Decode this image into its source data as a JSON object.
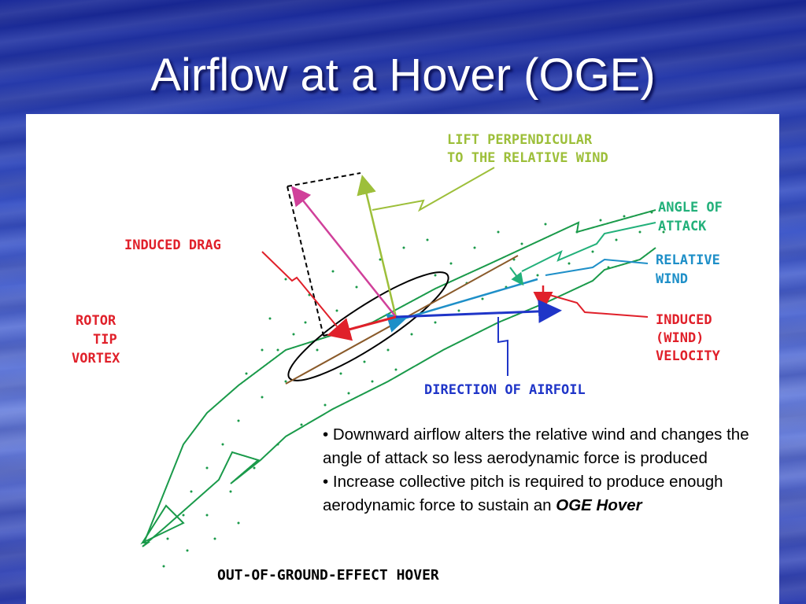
{
  "slide": {
    "title": "Airflow at a Hover (OGE)"
  },
  "diagram": {
    "labels": {
      "lift_line1": "LIFT PERPENDICULAR",
      "lift_line2": "TO THE RELATIVE WIND",
      "aoa_line1": "ANGLE OF",
      "aoa_line2": "ATTACK",
      "rel_line1": "RELATIVE",
      "rel_line2": "WIND",
      "induced_drag": "INDUCED DRAG",
      "ind_vel_line1": "INDUCED",
      "ind_vel_line2": "(WIND)",
      "ind_vel_line3": "VELOCITY",
      "vortex_line1": "ROTOR",
      "vortex_line2": "TIP",
      "vortex_line3": "VORTEX",
      "direction": "DIRECTION OF AIRFOIL",
      "caption": "OUT-OF-GROUND-EFFECT HOVER"
    },
    "colors": {
      "lift": "#9dbf3a",
      "angle_of_attack": "#22b07a",
      "relative_wind": "#1e8fc8",
      "induced_drag": "#e0202a",
      "induced_velocity": "#e0202a",
      "vortex": "#1a9a4a",
      "direction": "#1f35c8",
      "resultant": "#d0409a"
    }
  },
  "notes": {
    "bullet1": "•  Downward airflow alters the relative wind and changes the angle of attack so less aerodynamic force is produced",
    "bullet2_prefix": "•  Increase collective pitch is required to produce enough aerodynamic force to sustain an ",
    "bullet2_emph": "OGE Hover"
  }
}
